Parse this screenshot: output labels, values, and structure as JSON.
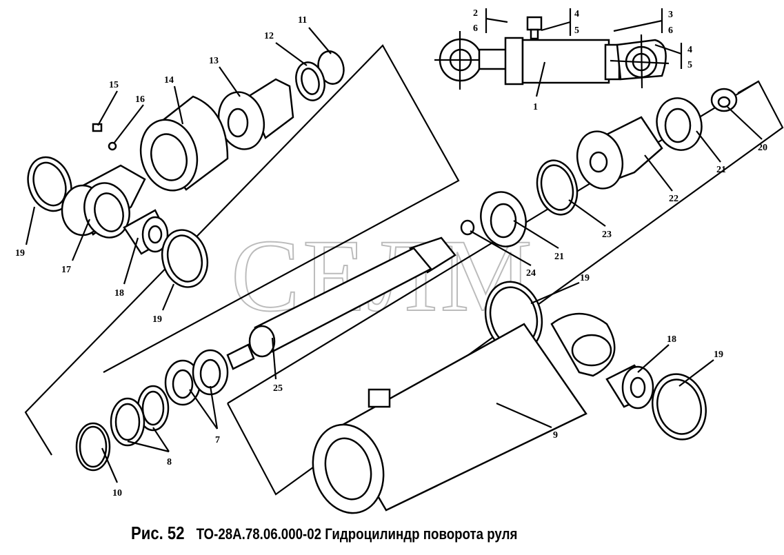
{
  "caption": {
    "figure": "Рис. 52",
    "title": "ТО-28А.78.06.000-02 Гидроцилиндр поворота руля"
  },
  "watermark": "СЕЛМ",
  "labels": [
    "11",
    "12",
    "13",
    "14",
    "15",
    "16",
    "19",
    "17",
    "18",
    "19",
    "2",
    "6",
    "4",
    "5",
    "3",
    "6",
    "4",
    "5",
    "1",
    "20",
    "21",
    "22",
    "23",
    "21",
    "24",
    "19",
    "18",
    "19",
    "25",
    "9",
    "7",
    "8",
    "10"
  ]
}
